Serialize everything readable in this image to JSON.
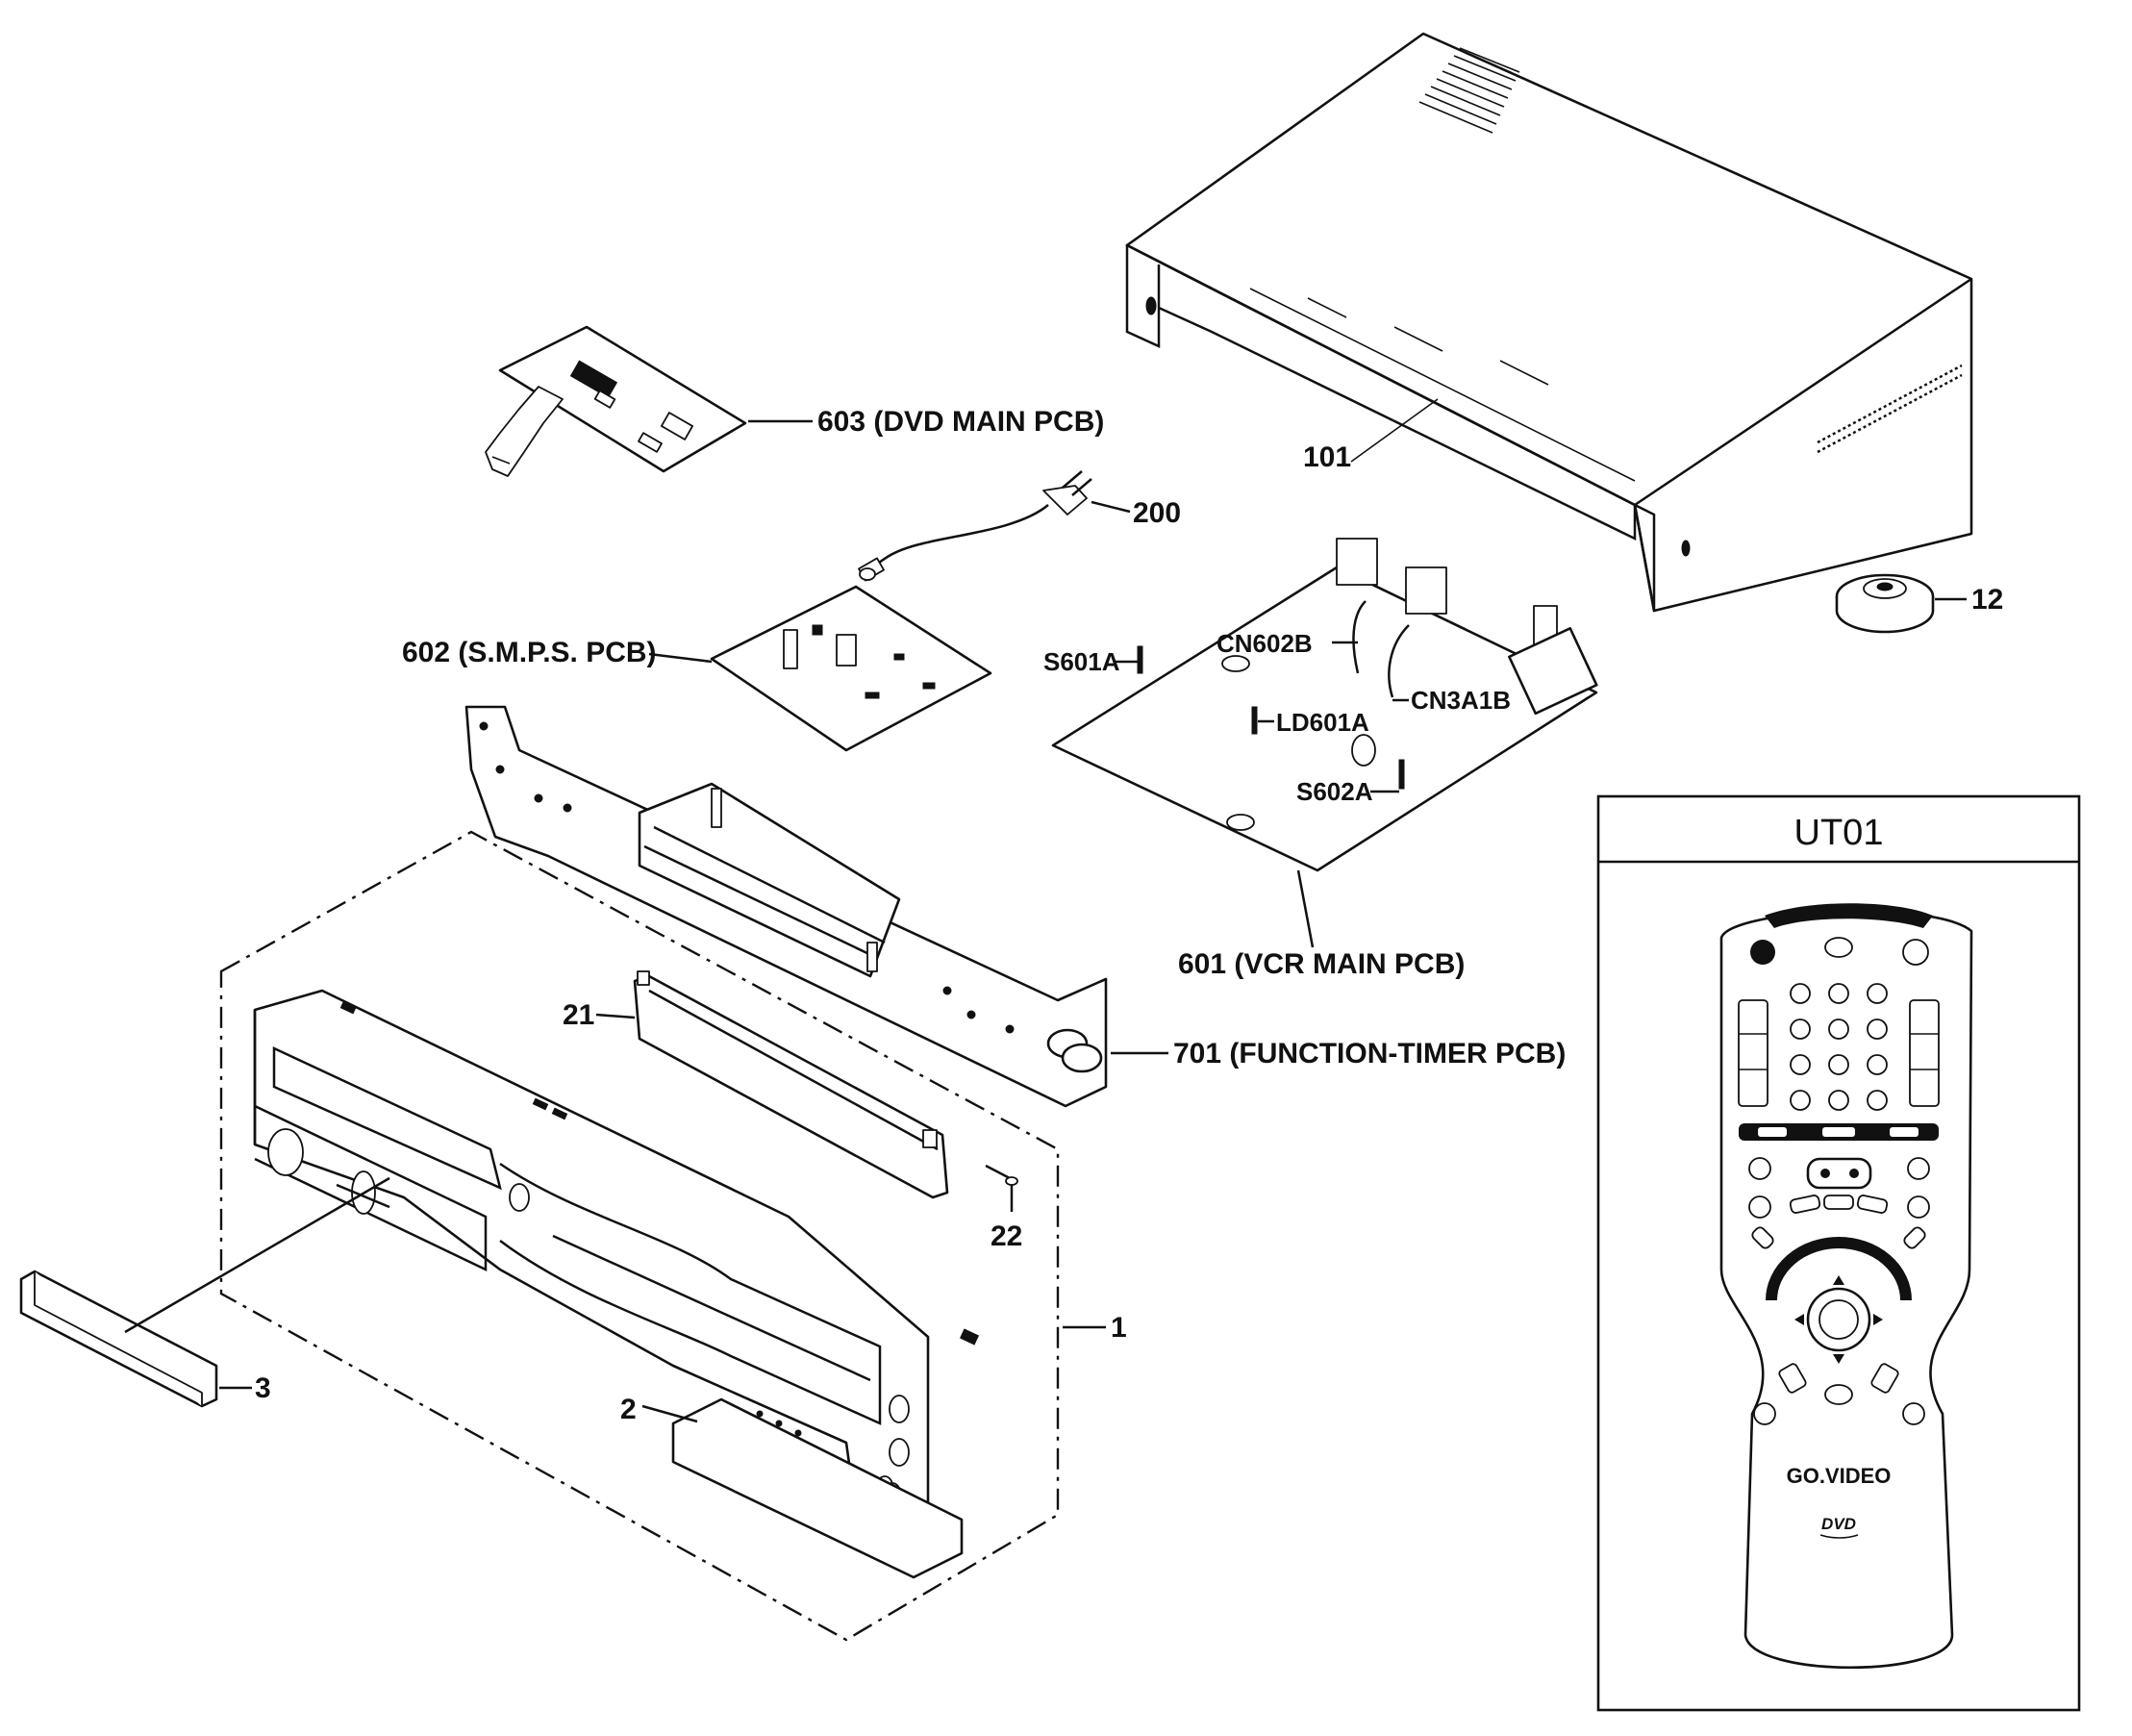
{
  "labels": {
    "dvd_main_pcb": "603 (DVD MAIN PCB)",
    "power_cord": "200",
    "smps_pcb": "602 (S.M.P.S. PCB)",
    "top_cover": "101",
    "foot": "12",
    "s601a": "S601A",
    "cn602b": "CN602B",
    "ld601a": "LD601A",
    "cn3a1b": "CN3A1B",
    "s602a": "S602A",
    "vcr_main_pcb": "601 (VCR MAIN PCB)",
    "window": "21",
    "function_timer_pcb": "701 (FUNCTION-TIMER PCB)",
    "screw": "22",
    "front_panel": "1",
    "door": "2",
    "cover_plate": "3"
  },
  "remote_box": {
    "title": "UT01",
    "brand": "GO.VIDEO",
    "logo": "DVD"
  }
}
